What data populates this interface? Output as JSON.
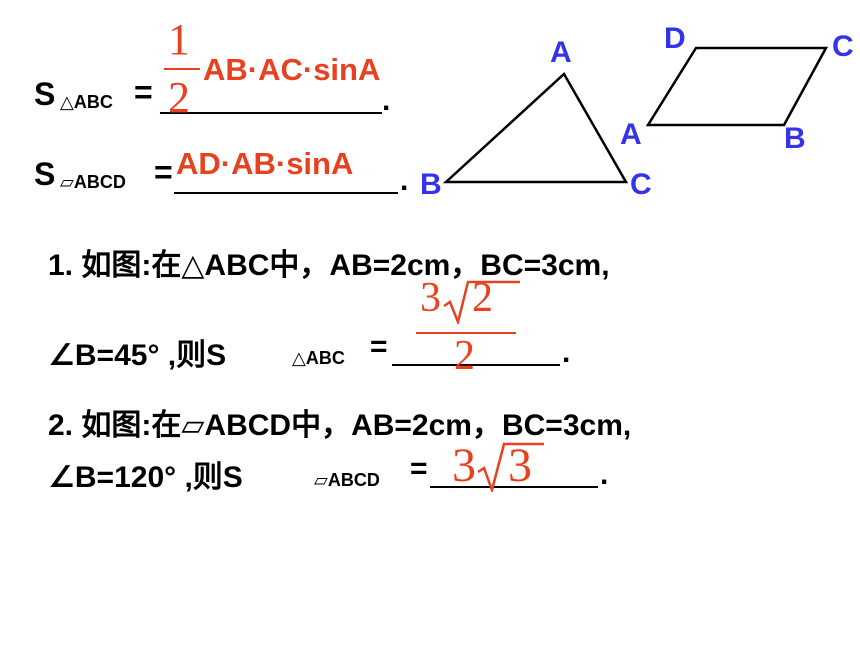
{
  "formula1": {
    "prefix": "S",
    "subscript": "△ABC",
    "equals": "=",
    "frac_num": "1",
    "frac_den": "2",
    "answer": "AB·AC·sinA",
    "end": "."
  },
  "formula2": {
    "prefix": "S",
    "subscript": "▱ABCD",
    "equals": "=",
    "answer": "AD·AB·sinA",
    "end": "."
  },
  "triangle": {
    "labels": {
      "A": "A",
      "B": "B",
      "C": "C"
    },
    "stroke": "#000000",
    "label_color": "#3333ee"
  },
  "parallelogram": {
    "labels": {
      "A": "A",
      "B": "B",
      "C": "C",
      "D": "D"
    },
    "stroke": "#000000",
    "label_color": "#3333ee"
  },
  "problem1": {
    "line1": "1. 如图:在△ABC中，AB=2cm，BC=3cm,",
    "line2_prefix": "∠B=45°  ,则S",
    "line2_sub": "△ABC",
    "line2_eq": "=",
    "answer_coef": "3",
    "answer_rad": "2",
    "answer_den": "2",
    "end": "."
  },
  "problem2": {
    "line1": "2. 如图:在▱ABCD中，AB=2cm，BC=3cm,",
    "line2_prefix": "∠B=120°  ,则S",
    "line2_sub": "▱ABCD",
    "line2_eq": "=",
    "answer_coef": "3",
    "answer_rad": "3",
    "end": "."
  },
  "colors": {
    "answer": "#e8411f",
    "point_label": "#3333ee",
    "text": "#000000"
  }
}
